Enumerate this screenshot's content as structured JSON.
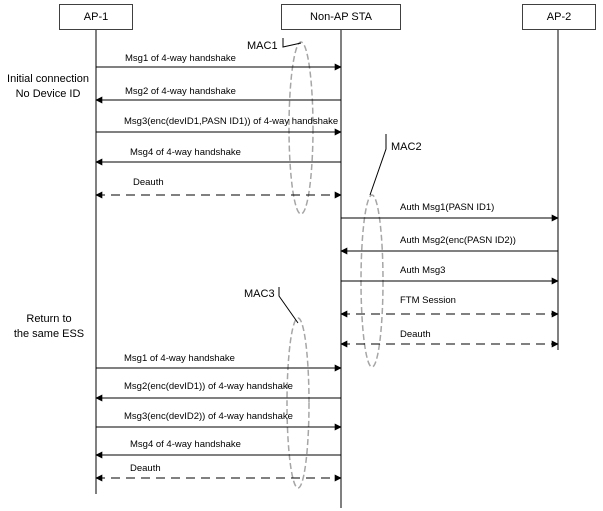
{
  "entities": {
    "ap1": "AP-1",
    "sta": "Non-AP STA",
    "ap2": "AP-2"
  },
  "side_labels": {
    "initial": [
      "Initial connection",
      "No Device ID"
    ],
    "return": [
      "Return to",
      "the same ESS"
    ]
  },
  "mac_labels": {
    "mac1": "MAC1",
    "mac2": "MAC2",
    "mac3": "MAC3"
  },
  "messages": [
    {
      "text": "Msg1 of 4-way handshake",
      "dir": "right",
      "dash": false
    },
    {
      "text": "Msg2 of 4-way handshake",
      "dir": "left",
      "dash": false
    },
    {
      "text": "Msg3(enc(devID1,PASN ID1)) of 4-way handshake",
      "dir": "right",
      "dash": false
    },
    {
      "text": "Msg4 of 4-way handshake",
      "dir": "left",
      "dash": false
    },
    {
      "text": "Deauth",
      "dir": "both",
      "dash": true
    },
    {
      "text": "Auth Msg1(PASN ID1)",
      "dir": "right",
      "dash": false
    },
    {
      "text": "Auth Msg2(enc(PASN ID2))",
      "dir": "left",
      "dash": false
    },
    {
      "text": "Auth Msg3",
      "dir": "right",
      "dash": false
    },
    {
      "text": "FTM Session",
      "dir": "both",
      "dash": true
    },
    {
      "text": "Deauth",
      "dir": "both",
      "dash": true
    },
    {
      "text": "Msg1 of 4-way handshake",
      "dir": "right",
      "dash": false
    },
    {
      "text": "Msg2(enc(devID1)) of 4-way handshake",
      "dir": "left",
      "dash": false
    },
    {
      "text": "Msg3(enc(devID2)) of 4-way handshake",
      "dir": "right",
      "dash": false
    },
    {
      "text": "Msg4 of 4-way handshake",
      "dir": "left",
      "dash": false
    },
    {
      "text": "Deauth",
      "dir": "both",
      "dash": true
    }
  ]
}
